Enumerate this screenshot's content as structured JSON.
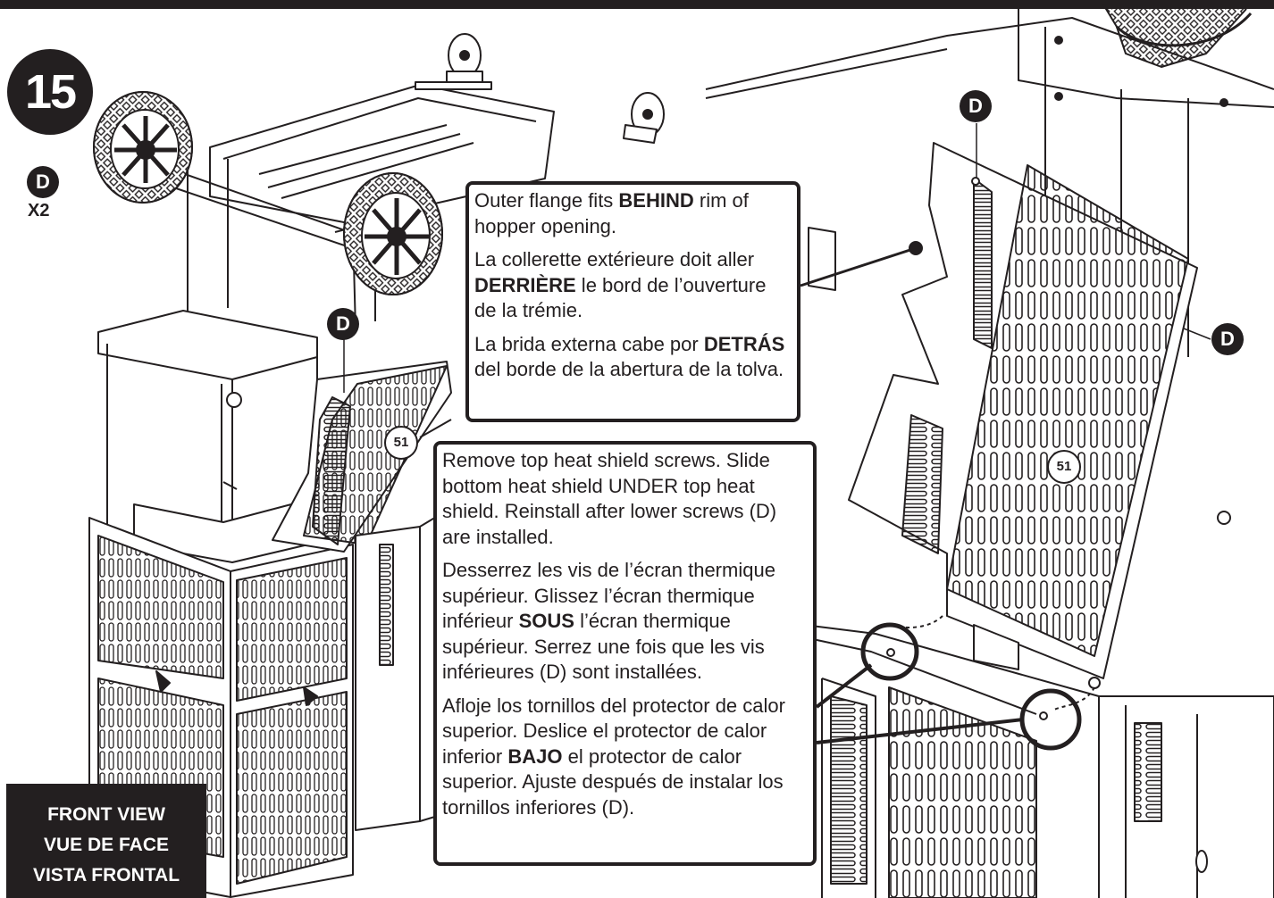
{
  "step": {
    "number": "15"
  },
  "hardware": {
    "badge": "D",
    "quantity": "X2"
  },
  "markers": {
    "d": "D",
    "part": "51"
  },
  "callout_top": {
    "en_prefix": "Outer flange fits ",
    "en_bold": "BEHIND",
    "en_suffix": " rim of hopper opening.",
    "fr_prefix": "La collerette extérieure doit aller ",
    "fr_bold": "DERRIÈRE",
    "fr_suffix": " le bord de l’ouverture de la trémie.",
    "es_prefix": "La brida externa cabe por ",
    "es_bold": "DETRÁS",
    "es_suffix": " del borde de la abertura de la tolva."
  },
  "callout_bottom": {
    "en": "Remove top heat shield screws. Slide bottom heat shield UNDER top heat shield. Reinstall after lower screws (D) are installed.",
    "fr_prefix": "Desserrez les vis de l’écran thermique supérieur. Glissez l’écran thermique inférieur ",
    "fr_bold": "SOUS",
    "fr_suffix": " l’écran thermique supérieur. Serrez une fois que les vis inférieures (D) sont installées.",
    "es_prefix": "Afloje los tornillos del protector de calor superior. Deslice el protector de calor inferior ",
    "es_bold": "BAJO",
    "es_suffix": " el protector de calor superior. Ajuste después de instalar los tornillos inferiores (D)."
  },
  "view_label": {
    "en": "FRONT VIEW",
    "fr": "VUE DE FACE",
    "es": "VISTA FRONTAL"
  },
  "colors": {
    "ink": "#231f20",
    "paper": "#ffffff"
  }
}
